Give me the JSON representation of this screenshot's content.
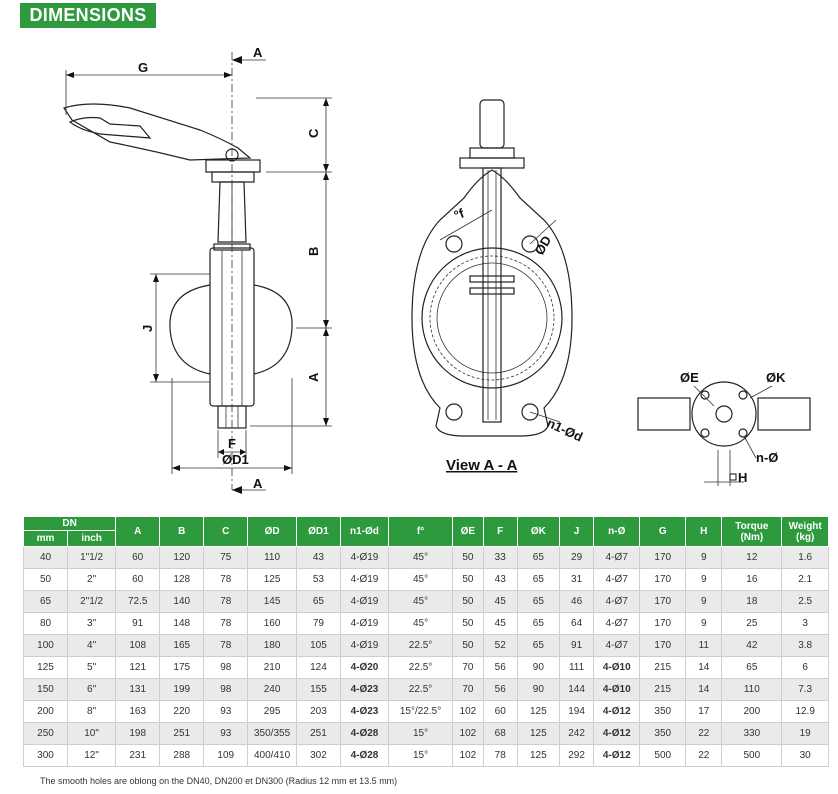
{
  "header": {
    "title": "DIMENSIONS"
  },
  "drawing": {
    "labels": {
      "G": "G",
      "A_top": "A",
      "C": "C",
      "B": "B",
      "J": "J",
      "A_side": "A",
      "F": "F",
      "D1": "ØD1",
      "A_bottom": "A",
      "f": "°f",
      "D": "ØD",
      "n1d": "n1-Ød",
      "view": "View A - A",
      "E": "ØE",
      "K": "ØK",
      "n_phi": "n-Ø",
      "H": "H"
    }
  },
  "table": {
    "header_top": [
      "DN",
      "A",
      "B",
      "C",
      "ØD",
      "ØD1",
      "n1-Ød",
      "f°",
      "ØE",
      "F",
      "ØK",
      "J",
      "n-Ø",
      "G",
      "H",
      "Torque\n(Nm)",
      "Weight\n(kg)"
    ],
    "header_sub": [
      "mm",
      "inch"
    ],
    "rows": [
      [
        "40",
        "1\"1/2",
        "60",
        "120",
        "75",
        "110",
        "43",
        "4-Ø19",
        "45°",
        "50",
        "33",
        "65",
        "29",
        "4-Ø7",
        "170",
        "9",
        "12",
        "1.6"
      ],
      [
        "50",
        "2\"",
        "60",
        "128",
        "78",
        "125",
        "53",
        "4-Ø19",
        "45°",
        "50",
        "43",
        "65",
        "31",
        "4-Ø7",
        "170",
        "9",
        "16",
        "2.1"
      ],
      [
        "65",
        "2\"1/2",
        "72.5",
        "140",
        "78",
        "145",
        "65",
        "4-Ø19",
        "45°",
        "50",
        "45",
        "65",
        "46",
        "4-Ø7",
        "170",
        "9",
        "18",
        "2.5"
      ],
      [
        "80",
        "3\"",
        "91",
        "148",
        "78",
        "160",
        "79",
        "4-Ø19",
        "45°",
        "50",
        "45",
        "65",
        "64",
        "4-Ø7",
        "170",
        "9",
        "25",
        "3"
      ],
      [
        "100",
        "4\"",
        "108",
        "165",
        "78",
        "180",
        "105",
        "4-Ø19",
        "22.5°",
        "50",
        "52",
        "65",
        "91",
        "4-Ø7",
        "170",
        "11",
        "42",
        "3.8"
      ],
      [
        "125",
        "5\"",
        "121",
        "175",
        "98",
        "210",
        "124",
        "4-Ø20",
        "22.5°",
        "70",
        "56",
        "90",
        "111",
        "4-Ø10",
        "215",
        "14",
        "65",
        "6"
      ],
      [
        "150",
        "6\"",
        "131",
        "199",
        "98",
        "240",
        "155",
        "4-Ø23",
        "22.5°",
        "70",
        "56",
        "90",
        "144",
        "4-Ø10",
        "215",
        "14",
        "110",
        "7.3"
      ],
      [
        "200",
        "8\"",
        "163",
        "220",
        "93",
        "295",
        "203",
        "4-Ø23",
        "15°/22.5°",
        "102",
        "60",
        "125",
        "194",
        "4-Ø12",
        "350",
        "17",
        "200",
        "12.9"
      ],
      [
        "250",
        "10\"",
        "198",
        "251",
        "93",
        "350/355",
        "251",
        "4-Ø28",
        "15°",
        "102",
        "68",
        "125",
        "242",
        "4-Ø12",
        "350",
        "22",
        "330",
        "19"
      ],
      [
        "300",
        "12\"",
        "231",
        "288",
        "109",
        "400/410",
        "302",
        "4-Ø28",
        "15°",
        "102",
        "78",
        "125",
        "292",
        "4-Ø12",
        "500",
        "22",
        "500",
        "30"
      ]
    ]
  },
  "footnote": "The smooth holes are oblong on the  DN40, DN200 et DN300 (Radius 12 mm et 13.5 mm)",
  "colors": {
    "brand_green": "#2e9a3e"
  }
}
